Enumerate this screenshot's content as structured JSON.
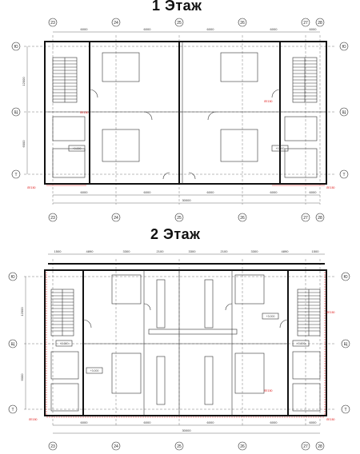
{
  "floors": [
    {
      "title": "1 Этаж",
      "axes_top": [
        "23",
        "24",
        "25",
        "26",
        "27",
        "28"
      ],
      "axes_bottom": [
        "23",
        "24",
        "25",
        "26",
        "27",
        "28"
      ],
      "axes_left": [
        "Ю",
        "Щ",
        "Т"
      ],
      "axes_right": [
        "Ю",
        "Щ",
        "Т"
      ],
      "top_dims": [
        "6000",
        "6000",
        "6000",
        "6000",
        "6000"
      ],
      "bottom_dims": [
        "6000",
        "6000",
        "6000",
        "6000",
        "6000"
      ],
      "overall_dim": "30000",
      "left_dims": [
        "12000",
        "6000"
      ],
      "levels": [
        "+0.000",
        "+0.000"
      ],
      "red_marks": [
        "ЛЕ150",
        "ЛЕ150",
        "ЛЕ150",
        "ЛЕ150"
      ]
    },
    {
      "title": "2 Этаж",
      "axes_top": [
        "23",
        "24",
        "25",
        "26",
        "27",
        "28"
      ],
      "axes_bottom": [
        "23",
        "24",
        "25",
        "26",
        "27",
        "28"
      ],
      "axes_left": [
        "Ю",
        "Щ",
        "Т"
      ],
      "axes_right": [
        "Ю",
        "Щ",
        "Т"
      ],
      "top_dims": [
        "1500",
        "4890",
        "3300",
        "2100",
        "3300",
        "2100",
        "3300",
        "4890",
        "1500"
      ],
      "bottom_dims": [
        "6000",
        "6000",
        "6000",
        "6000",
        "6000"
      ],
      "overall_dim": "30000",
      "left_dims": [
        "12000",
        "6000"
      ],
      "levels": [
        "+3.000",
        "+3.000",
        "+3.000",
        "+3.000"
      ],
      "red_marks": [
        "ЛЕ150",
        "ЛЕ150",
        "ЛЕ150",
        "ЛЕ150"
      ]
    }
  ],
  "colors": {
    "wall": "#111111",
    "red_markup": "#e22222",
    "background": "#ffffff"
  }
}
